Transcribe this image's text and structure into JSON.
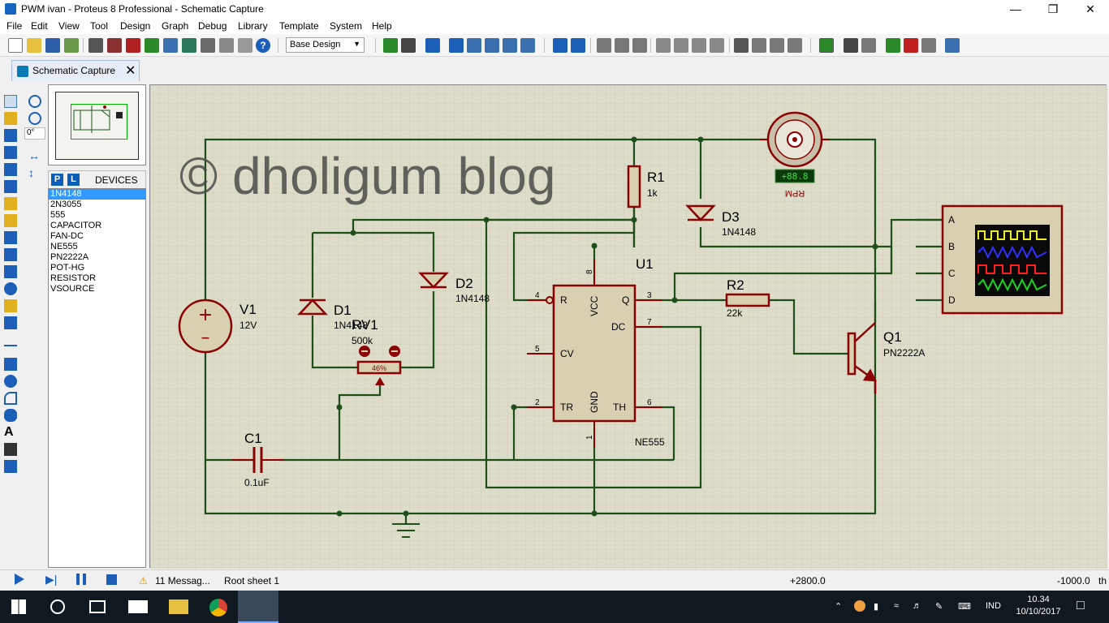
{
  "window": {
    "title": "PWM ivan - Proteus 8 Professional - Schematic Capture"
  },
  "menu": [
    "File",
    "Edit",
    "View",
    "Tool",
    "Design",
    "Graph",
    "Debug",
    "Library",
    "Template",
    "System",
    "Help"
  ],
  "toolbar": {
    "variant": "Base Design"
  },
  "tab": {
    "label": "Schematic Capture"
  },
  "rotation": "0°",
  "selector": {
    "p": "P",
    "l": "L",
    "title": "DEVICES"
  },
  "devices": [
    "1N4148",
    "2N3055",
    "555",
    "CAPACITOR",
    "FAN-DC",
    "NE555",
    "PN2222A",
    "POT-HG",
    "RESISTOR",
    "VSOURCE"
  ],
  "watermark": "© dholigum blog",
  "schematic": {
    "v1": {
      "ref": "V1",
      "value": "12V"
    },
    "c1": {
      "ref": "C1",
      "value": "0.1uF"
    },
    "r1": {
      "ref": "R1",
      "value": "1k"
    },
    "r2": {
      "ref": "R2",
      "value": "22k"
    },
    "d1": {
      "ref": "D1",
      "value": "1N4148"
    },
    "d2": {
      "ref": "D2",
      "value": "1N4148"
    },
    "d3": {
      "ref": "D3",
      "value": "1N4148"
    },
    "rv1": {
      "ref": "RV1",
      "value": "500k",
      "wiper": "46%"
    },
    "u1": {
      "ref": "U1",
      "part": "NE555"
    },
    "q1": {
      "ref": "Q1",
      "part": "PN2222A"
    },
    "fan": {
      "readout": "+88.8",
      "unit": "RPM"
    },
    "pins": {
      "r": "R",
      "vcc": "VCC",
      "q": "Q",
      "dc": "DC",
      "cv": "CV",
      "tr": "TR",
      "gnd": "GND",
      "th": "TH",
      "n4": "4",
      "n8": "8",
      "n3": "3",
      "n7": "7",
      "n5": "5",
      "n2": "2",
      "n6": "6",
      "n1": "1"
    },
    "scope": {
      "channels": [
        "A",
        "B",
        "C",
        "D"
      ]
    }
  },
  "status": {
    "messages": "11 Messag...",
    "sheet": "Root sheet 1",
    "x": "+2800.0",
    "y": "-1000.0",
    "units": "th"
  },
  "taskbar": {
    "lang": "IND",
    "time": "10.34",
    "date": "10/10/2017"
  },
  "colors": {
    "wire": "#1d4f1d",
    "component": "#8b0000",
    "grid_bg": "#dcdcc8",
    "selection": "#3399ff",
    "accent": "#0b5fb8"
  }
}
